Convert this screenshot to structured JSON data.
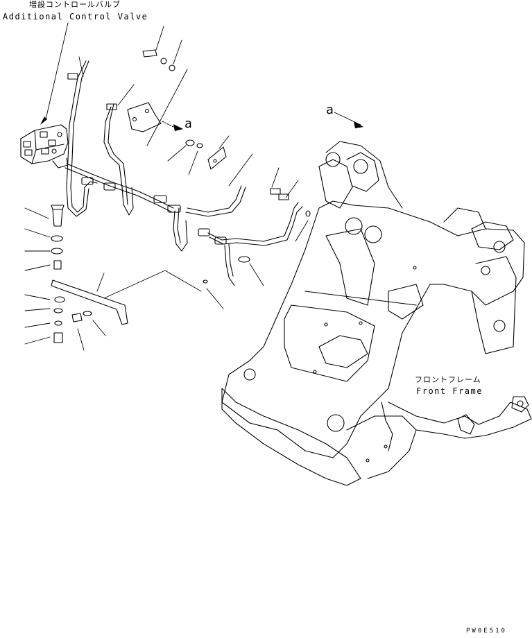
{
  "labels": {
    "acv_jp": "増設コントロールバルブ",
    "acv_en": "Additional Control Valve",
    "ff_jp": "フロントフレーム",
    "ff_en": "Front Frame",
    "view_a_top": "a",
    "view_a_mid": "a",
    "drawing_code": "PW0E510"
  }
}
